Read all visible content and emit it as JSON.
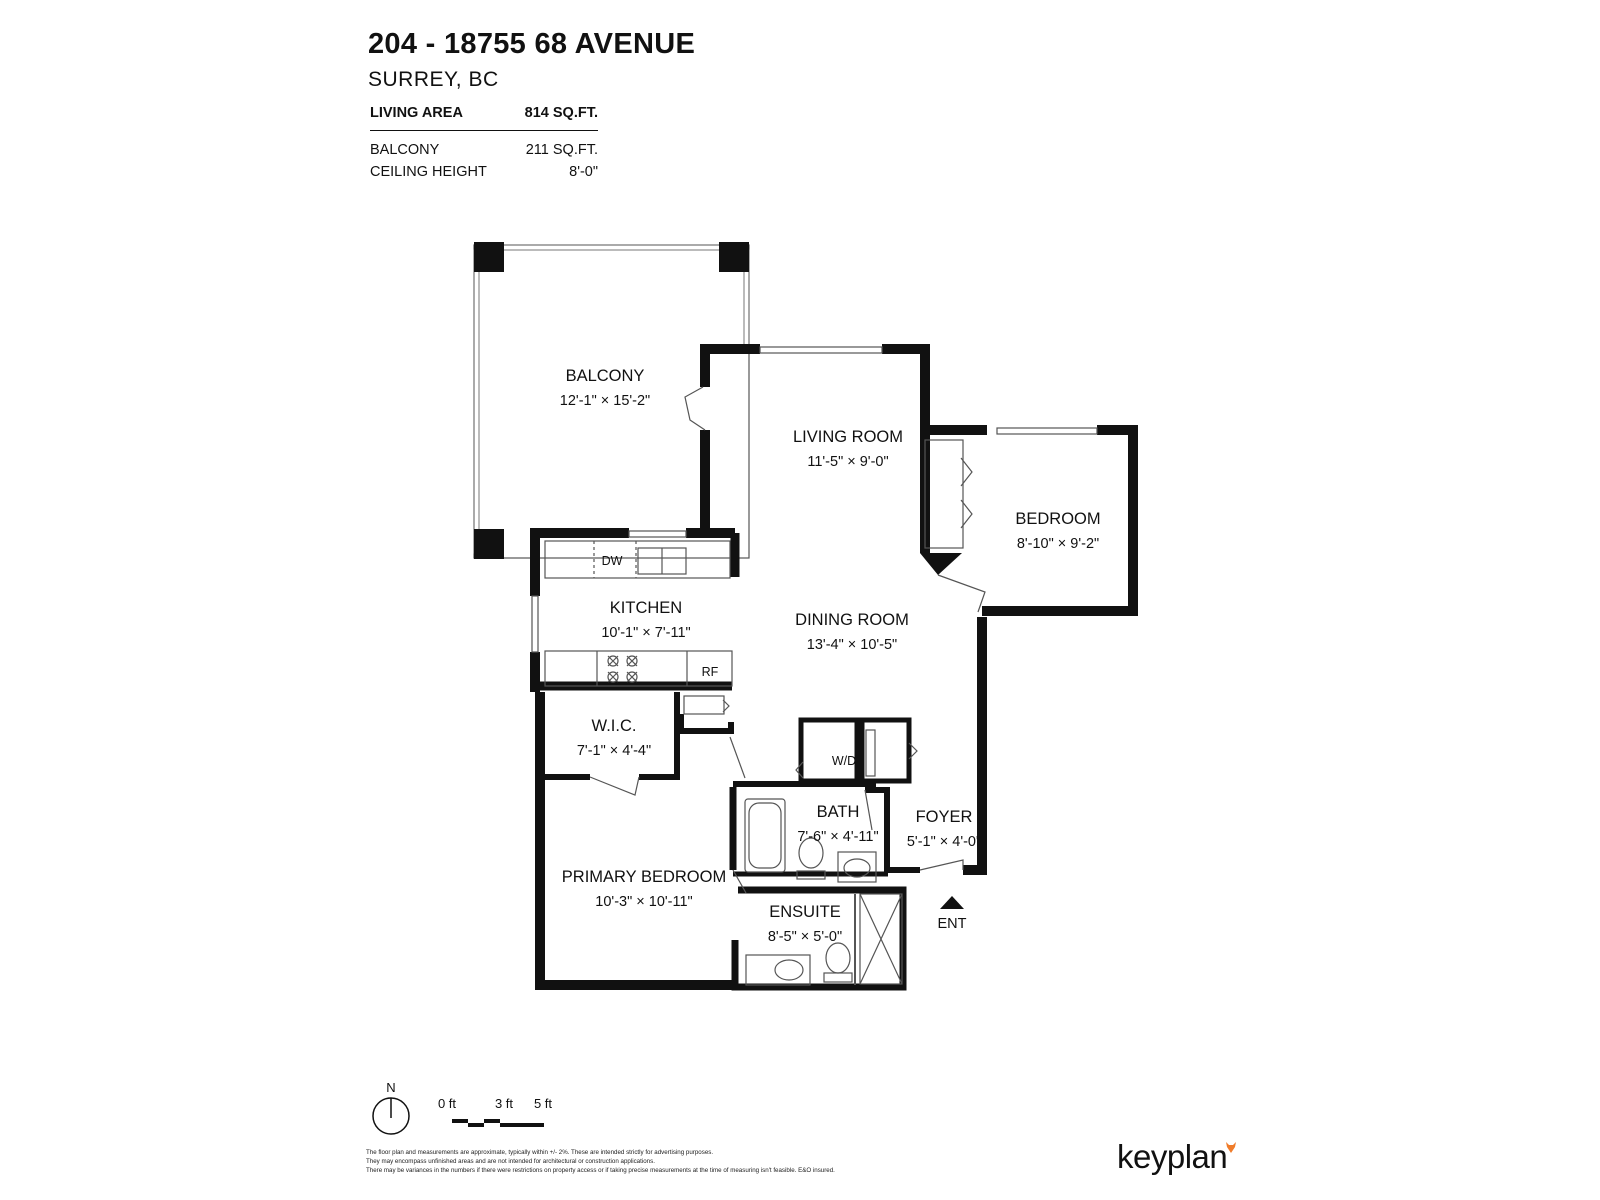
{
  "header": {
    "title": "204 - 18755 68 AVENUE",
    "subtitle": "SURREY, BC"
  },
  "stats": {
    "living_area_label": "LIVING AREA",
    "living_area_value": "814 SQ.FT.",
    "balcony_label": "BALCONY",
    "balcony_value": "211 SQ.FT.",
    "ceiling_label": "CEILING HEIGHT",
    "ceiling_value": "8'-0\""
  },
  "rooms": {
    "balcony": {
      "name": "BALCONY",
      "dims": "12'-1\" × 15'-2\""
    },
    "living_room": {
      "name": "LIVING ROOM",
      "dims": "11'-5\" × 9'-0\""
    },
    "bedroom": {
      "name": "BEDROOM",
      "dims": "8'-10\" × 9'-2\""
    },
    "kitchen": {
      "name": "KITCHEN",
      "dims": "10'-1\" × 7'-11\""
    },
    "dining_room": {
      "name": "DINING ROOM",
      "dims": "13'-4\" × 10'-5\""
    },
    "wic": {
      "name": "W.I.C.",
      "dims": "7'-1\" × 4'-4\""
    },
    "bath": {
      "name": "BATH",
      "dims": "7'-6\" × 4'-11\""
    },
    "foyer": {
      "name": "FOYER",
      "dims": "5'-1\" × 4'-0\""
    },
    "primary_bedroom": {
      "name": "PRIMARY BEDROOM",
      "dims": "10'-3\" × 10'-11\""
    },
    "ensuite": {
      "name": "ENSUITE",
      "dims": "8'-5\" × 5'-0\""
    }
  },
  "fixtures": {
    "dishwasher": "DW",
    "fridge": "RF",
    "washer_dryer": "W/D"
  },
  "entrance_label": "ENT",
  "compass_label": "N",
  "scale": {
    "zero": "0 ft",
    "three": "3 ft",
    "five": "5 ft"
  },
  "disclaimer": [
    "The floor plan and measurements are approximate, typically within +/- 2%. These are intended strictly for advertising purposes.",
    "They may encompass unfinished areas and are not intended for architectural or construction applications.",
    "There may be variances in the numbers if there were restrictions on property access or if taking precise measurements at the time of measuring isn't feasible. E&O insured."
  ],
  "brand": {
    "name": "keyplan",
    "accent": "#f07c2a"
  }
}
